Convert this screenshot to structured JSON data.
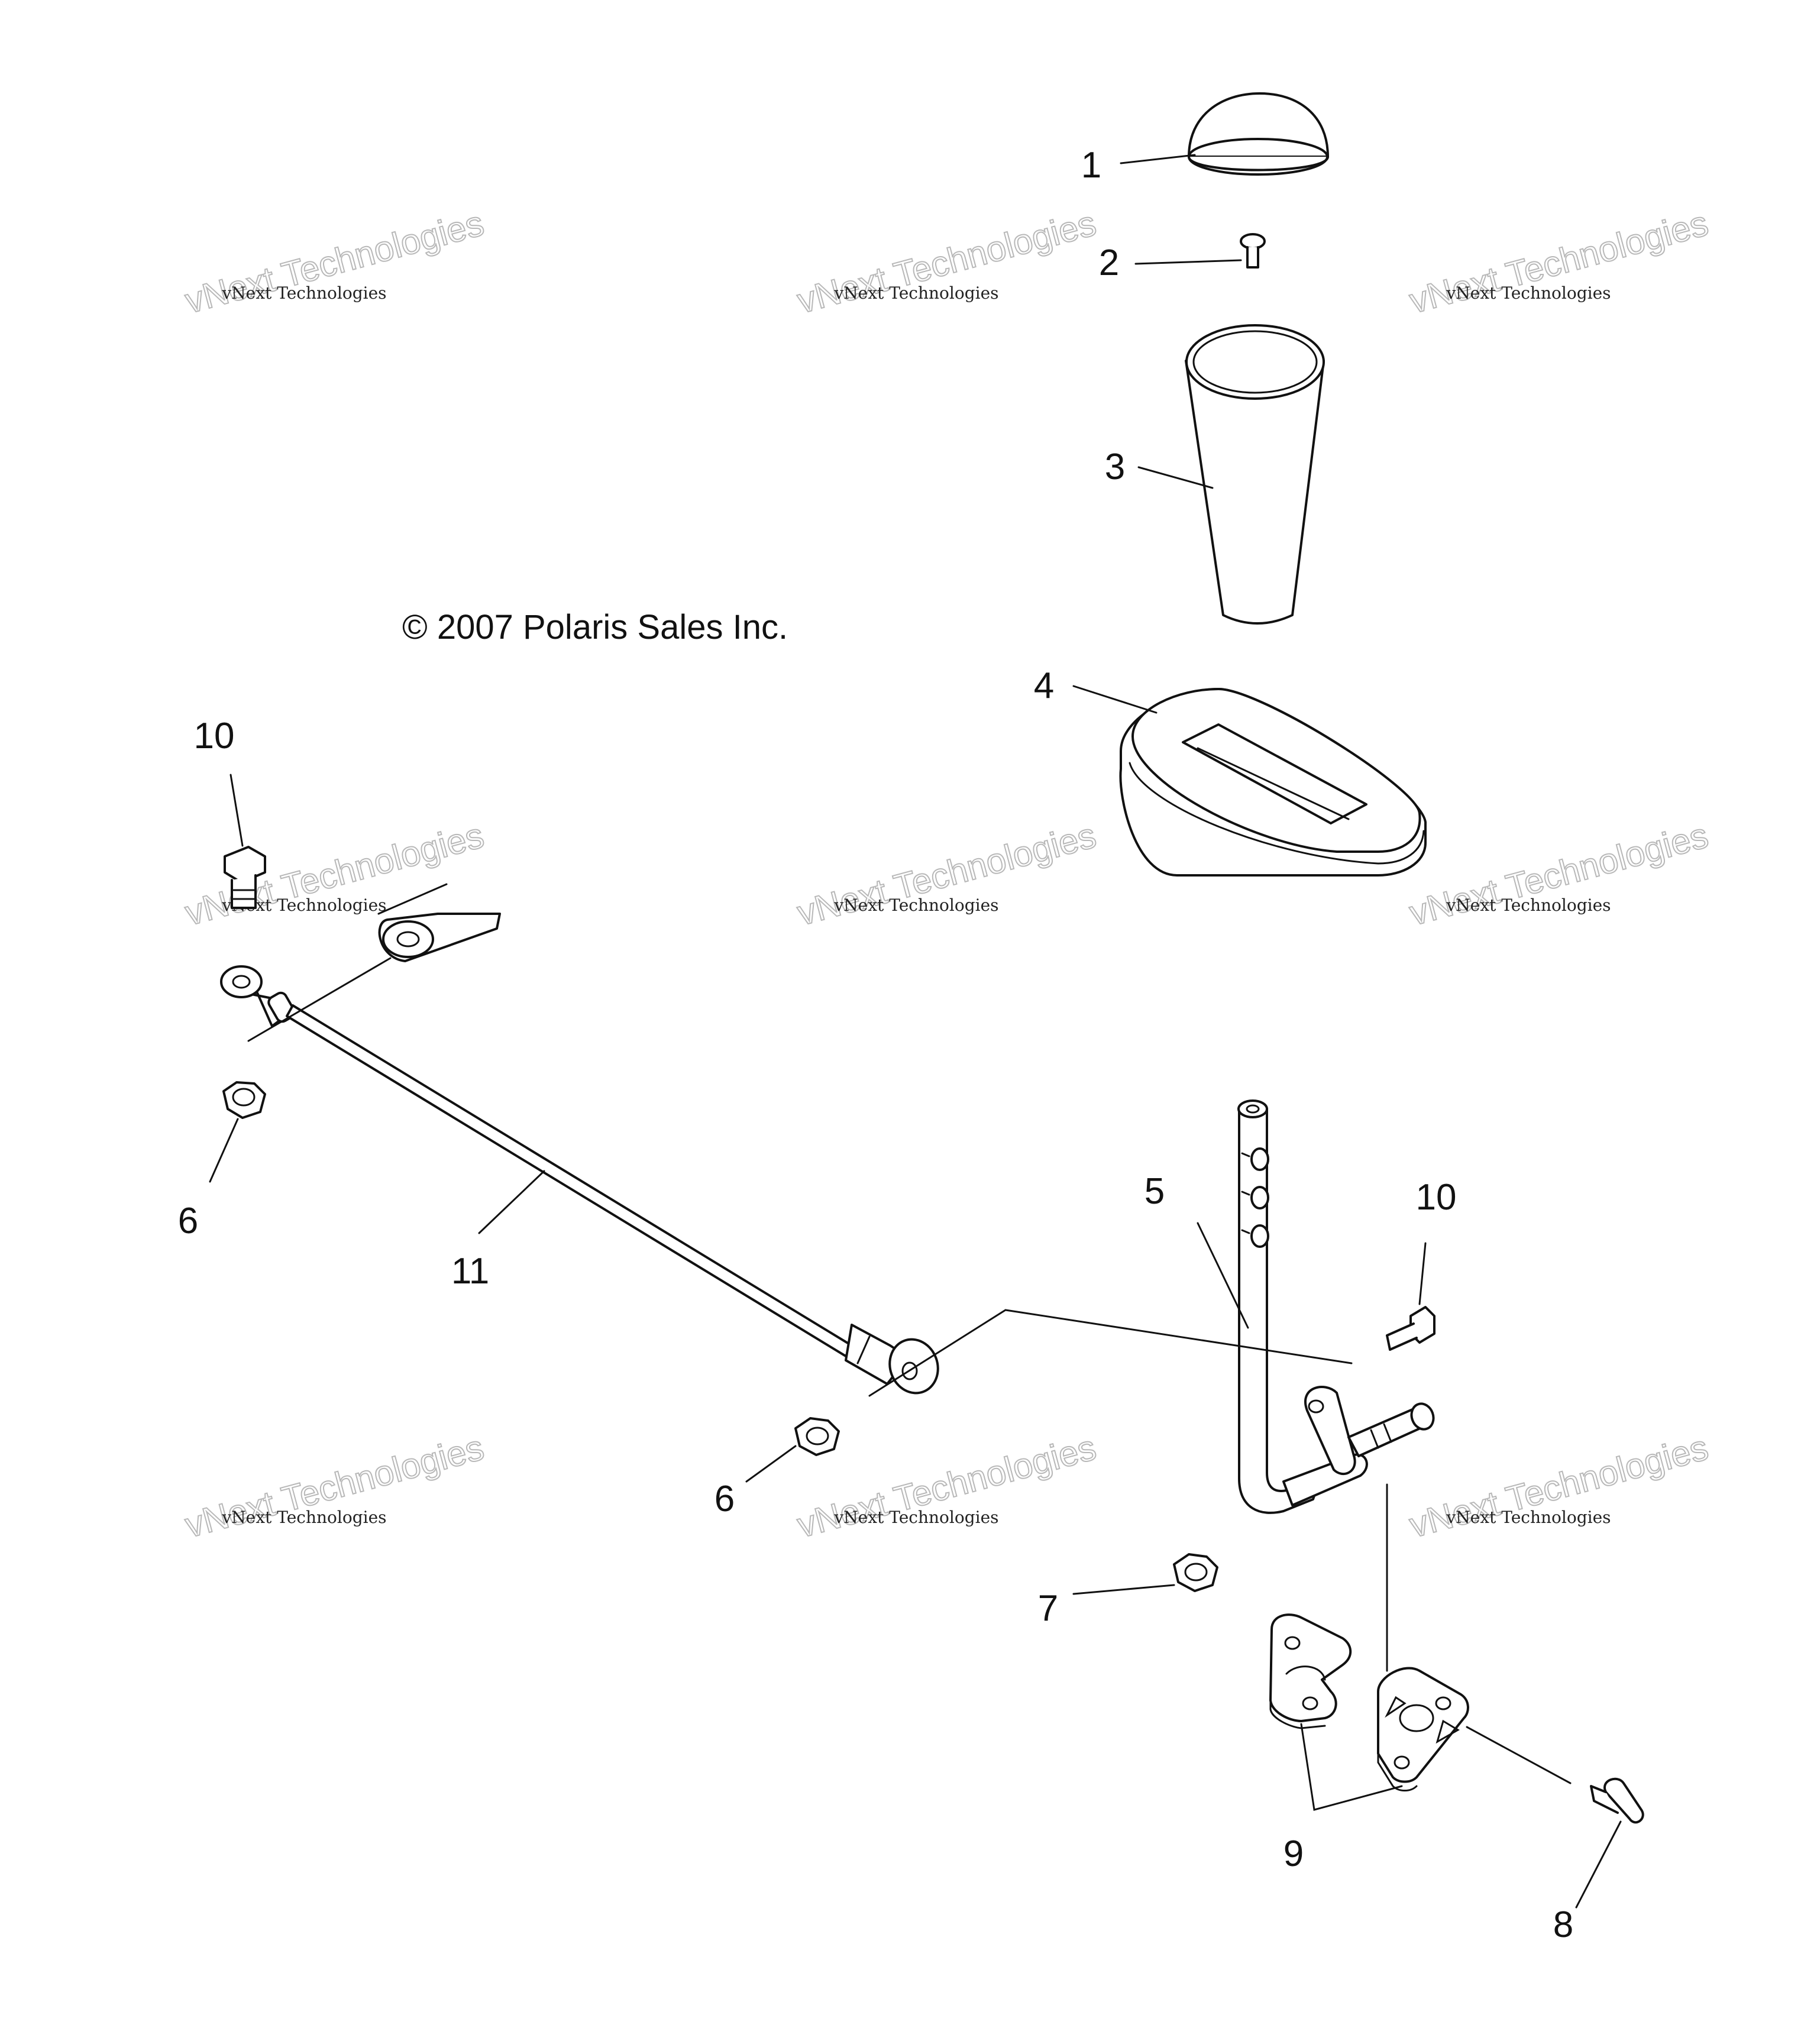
{
  "copyright": "© 2007 Polaris Sales Inc.",
  "watermark": {
    "line1": "vNext Technologies",
    "line2": "vNext Technologies"
  },
  "callouts": {
    "c1": "1",
    "c2": "2",
    "c3": "3",
    "c4": "4",
    "c5": "5",
    "c6a": "6",
    "c6b": "6",
    "c7": "7",
    "c8": "8",
    "c9": "9",
    "c10a": "10",
    "c10b": "10",
    "c11": "11"
  }
}
